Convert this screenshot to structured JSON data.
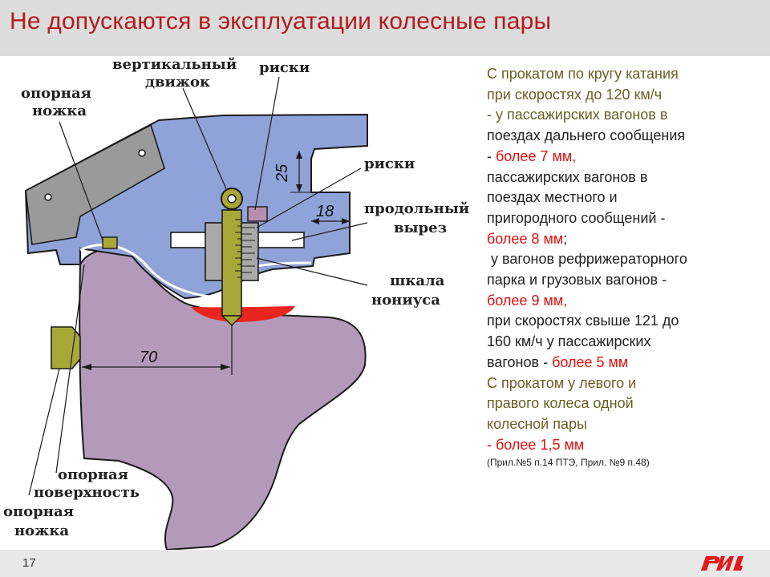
{
  "title": "Не допускаются в эксплуатации колесные пары",
  "page_number": "17",
  "logo_text": "РЖД",
  "figure": {
    "labels": {
      "vertical_slider": [
        "вертикальный",
        "движок"
      ],
      "risks_top": "риски",
      "support_foot_top": [
        "опорная",
        "ножка"
      ],
      "risks_right": "риски",
      "longitudinal_cut": [
        "продольный",
        "вырез"
      ],
      "vernier_scale": [
        "шкала",
        "нониуса"
      ],
      "support_surface": [
        "опорная",
        "поверхность"
      ],
      "support_foot_bottom": [
        "опорная",
        "ножка"
      ]
    },
    "dimensions": {
      "d25": "25",
      "d18": "18",
      "d70": "70"
    },
    "colors": {
      "gauge_body": "#8fa3d8",
      "gauge_grey": "#9a9a9a",
      "wheel": "#b49aba",
      "worn_zone": "#e8261e",
      "slider": "#a8a838",
      "outline": "#1a1a1a"
    }
  },
  "text": {
    "l1": "С  прокатом по кругу катания",
    "l2": "при скоростях до 120 км/ч",
    "l3": "- у пассажирских вагонов в",
    "l4": "поездах дальнего сообщения",
    "l5a": "- ",
    "l5b": "более 7 мм,",
    "l6": "пассажирских вагонов в",
    "l7": "поездах местного и",
    "l8": "пригородного сообщений -",
    "l9a": "более 8 мм",
    "l9b": ";",
    "l10": " у вагонов рефрижераторного",
    "l11": "парка и грузовых вагонов -",
    "l12": "более 9 мм,",
    "l13": "при скоростях свыше 121 до",
    "l14": "160 км/ч у пассажирских",
    "l15a": "вагонов - ",
    "l15b": "более 5 мм",
    "l16": "С прокатом у левого и",
    "l17": "правого колеса одной",
    "l18": "колесной пары",
    "l19": "- более 1,5 мм",
    "ref": "(Прил.№5 п.14  ПТЭ, Прил. №9 п.48)"
  }
}
